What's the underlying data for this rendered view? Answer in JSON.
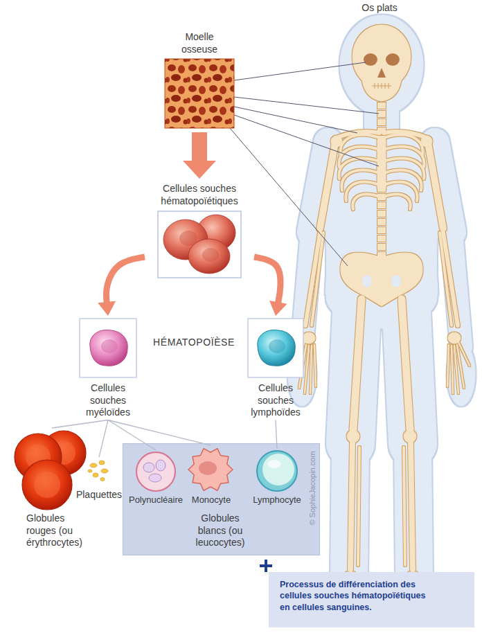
{
  "diagram": {
    "caption": "Processus de différenciation des cellules souches hématopoïétiques en cellules sanguines.",
    "nodes": [
      {
        "text": [
          "Moelle osseuse"
        ]
      },
      {
        "text": [
          "Cellules souches hématopoïétiques"
        ]
      },
      {
        "text": [
          "Cellules souches myéloïdes"
        ]
      },
      {
        "text": [
          "Cellules souches lymphoïdes"
        ]
      },
      {
        "text": [
          "Globules rouges (ou érythrocytes)"
        ]
      },
      {
        "text": [
          "Plaquettes"
        ]
      },
      {
        "text": [
          "Globules blancs (ou leucocytes)"
        ]
      },
      {
        "text": [
          "Polynucléaire"
        ],
        "in": 6
      },
      {
        "text": [
          "Monocyte"
        ],
        "in": 6
      },
      {
        "text": [
          "Lymphocyte"
        ],
        "in": 6
      }
    ],
    "edges": [
      {
        "from": 0,
        "to": 1,
        "arrow": "to"
      },
      {
        "from": 1,
        "to": 2,
        "arrow": "to"
      },
      {
        "from": 1,
        "to": 3,
        "arrow": "to"
      },
      {
        "from": 2,
        "to": 4,
        "arrow": "none"
      },
      {
        "from": 2,
        "to": 5,
        "arrow": "none"
      },
      {
        "from": 2,
        "to": 7,
        "arrow": "none"
      },
      {
        "from": 2,
        "to": 8,
        "arrow": "none"
      },
      {
        "from": 3,
        "to": 9,
        "arrow": "none"
      }
    ],
    "labels": [
      "Os plats",
      "HÉMATOPOÏÈSE",
      "© SophieJacopin.com"
    ]
  }
}
